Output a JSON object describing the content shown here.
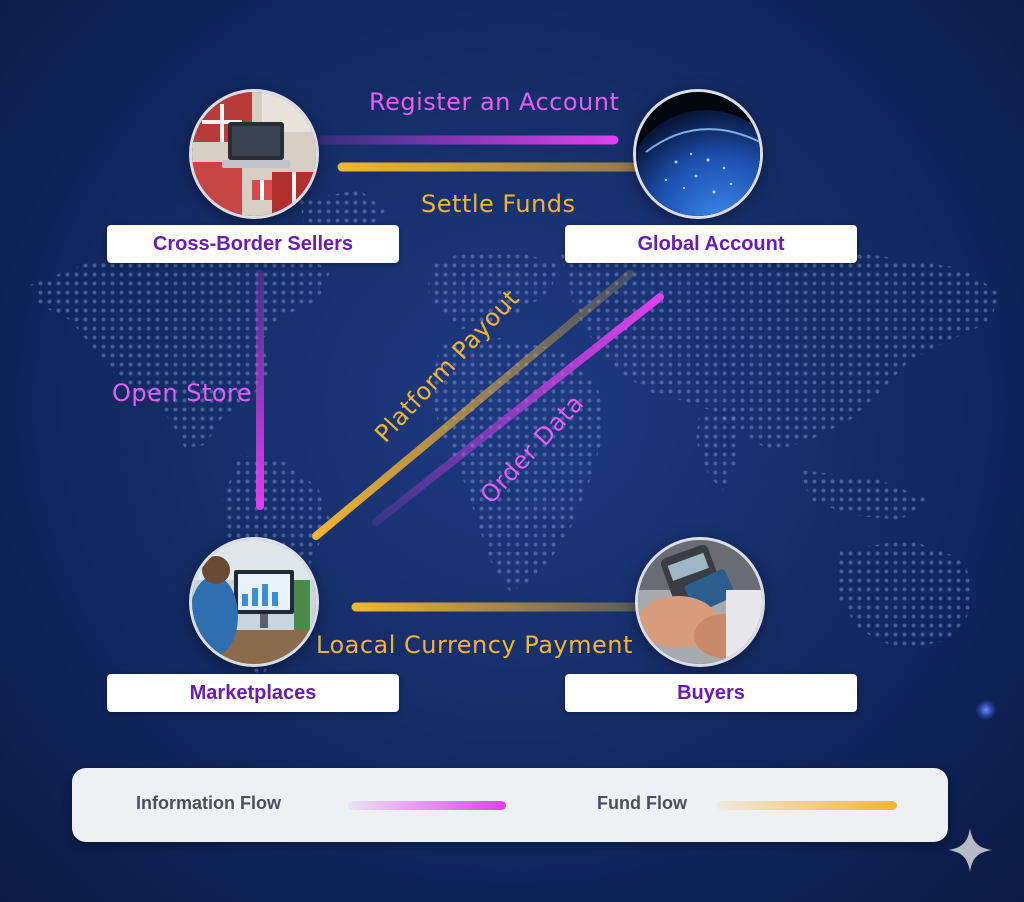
{
  "colors": {
    "information_flow": "#e040ee",
    "fund_flow": "#f3b531",
    "node_label_text": "#6a1bb5",
    "background": "#12285e"
  },
  "nodes": {
    "sellers": {
      "label": "Cross-Border Sellers",
      "image": "laptop-with-gift-boxes"
    },
    "global_account": {
      "label": "Global Account",
      "image": "earth-globe-night"
    },
    "marketplaces": {
      "label": "Marketplaces",
      "image": "person-at-monitor"
    },
    "buyers": {
      "label": "Buyers",
      "image": "card-payment-terminal"
    }
  },
  "flows": {
    "register": {
      "label": "Register an Account",
      "type": "information"
    },
    "settle": {
      "label": "Settle Funds",
      "type": "fund"
    },
    "open_store": {
      "label": "Open Store",
      "type": "information"
    },
    "platform_payout": {
      "label": "Platform Payout",
      "type": "fund"
    },
    "order_data": {
      "label": "Order Data",
      "type": "information"
    },
    "local_payment": {
      "label": "Loacal Currency Payment",
      "type": "fund"
    }
  },
  "legend": {
    "information": "Information Flow",
    "fund": "Fund Flow"
  },
  "decorations": {
    "corner_icon": "sparkle-icon",
    "background": "world-dot-map"
  }
}
